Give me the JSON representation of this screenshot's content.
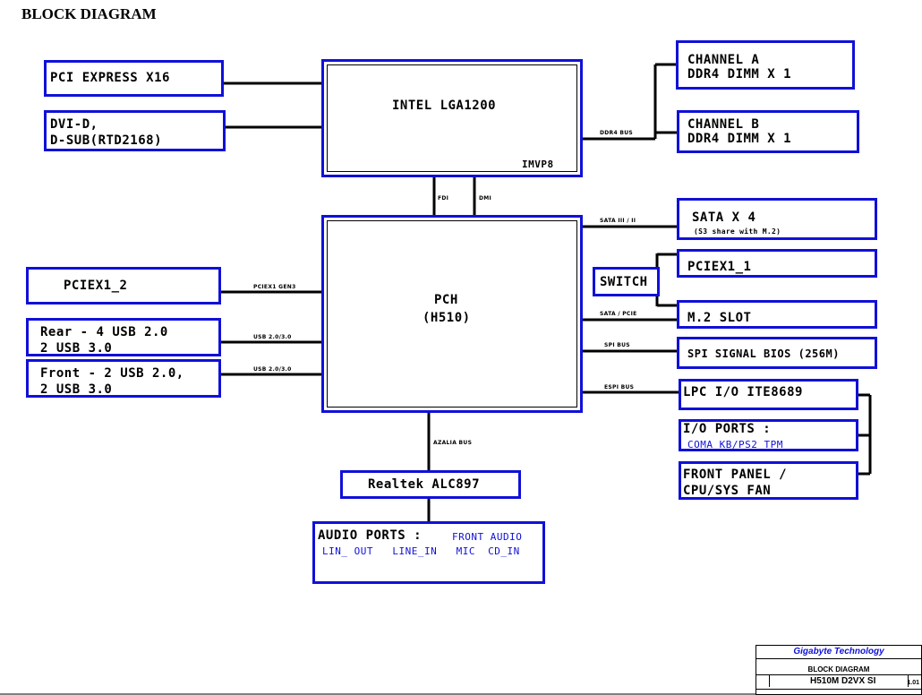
{
  "page_title": "BLOCK DIAGRAM",
  "cpu": {
    "label": "INTEL LGA1200",
    "vr": "IMVP8"
  },
  "pch": {
    "line1": "PCH",
    "line2": "(H510)"
  },
  "left": {
    "pcie16": "PCI EXPRESS X16",
    "video_1": "DVI-D,",
    "video_2": "D-SUB(RTD2168)",
    "pciex1_2": "PCIEX1_2",
    "rear_1": "Rear - 4 USB 2.0",
    "rear_2": "2 USB 3.0",
    "front_1": "Front - 2 USB 2.0,",
    "front_2": "2 USB 3.0"
  },
  "right": {
    "cha_1": "CHANNEL A",
    "cha_2": "DDR4  DIMM X 1",
    "chb_1": "CHANNEL B",
    "chb_2": "DDR4 DIMM X 1",
    "sata_1": "SATA X 4",
    "sata_2": "(S3 share with M.2)",
    "switch": "SWITCH",
    "pciex1_1": "PCIEX1_1",
    "m2": "M.2 SLOT",
    "spi": "SPI SIGNAL BIOS (256M)",
    "lpc": "LPC I/O ITE8689",
    "io_1": "I/O PORTS :",
    "io_2": "COMA  KB/PS2  TPM",
    "fp_1": "FRONT PANEL /",
    "fp_2": "CPU/SYS FAN"
  },
  "audio": {
    "codec": "Realtek ALC897",
    "ports_title": "AUDIO PORTS :",
    "ports_front": "FRONT AUDIO",
    "ports_list": "LIN_ OUT   LINE_IN   MIC  CD_IN"
  },
  "buses": {
    "ddr4": "DDR4 BUS",
    "fdi": "FDI",
    "dmi": "DMI",
    "sata": "SATA III / II",
    "pcie_gen3": "PCIEX1 GEN3",
    "usb_rear": "USB 2.0/3.0",
    "usb_front": "USB 2.0/3.0",
    "sata_pcie": "SATA / PCIE",
    "spi": "SPI BUS",
    "espi": "ESPI BUS",
    "azalia": "AZALIA BUS"
  },
  "title_block": {
    "company": "Gigabyte Technology",
    "doc_title": "BLOCK DIAGRAM",
    "model": "H510M D2VX SI",
    "rev": "1.01"
  }
}
